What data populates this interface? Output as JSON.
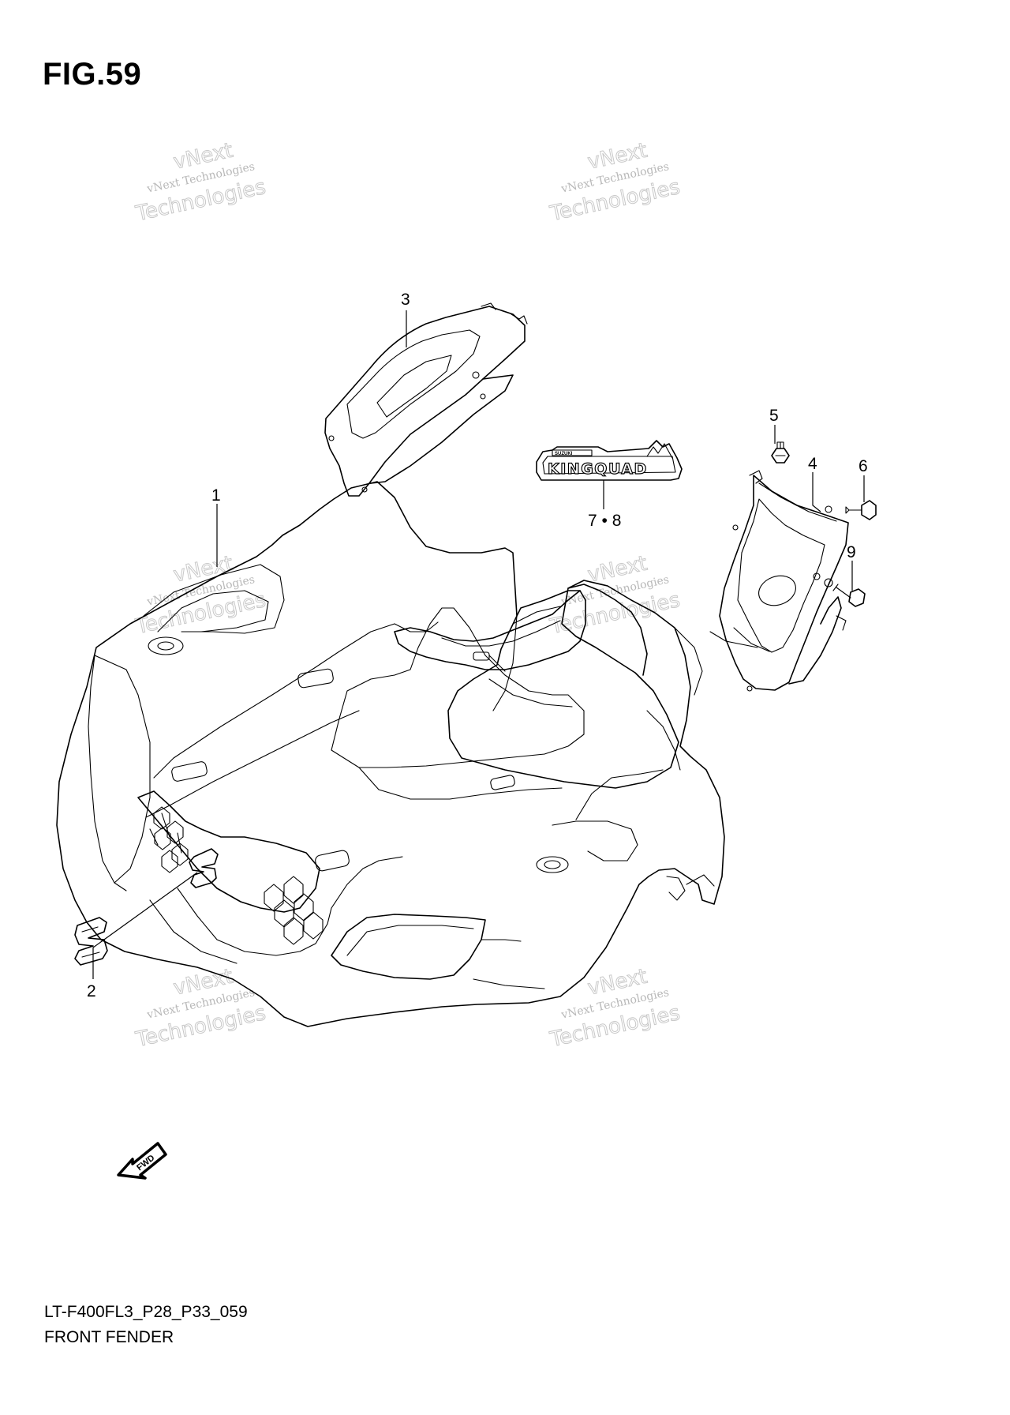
{
  "figure": {
    "title": "FIG.59",
    "code": "LT-F400FL3_P28_P33_059",
    "name": "FRONT FENDER"
  },
  "callouts": [
    {
      "id": "1",
      "label": "1"
    },
    {
      "id": "2",
      "label": "2"
    },
    {
      "id": "3",
      "label": "3"
    },
    {
      "id": "4",
      "label": "4"
    },
    {
      "id": "5",
      "label": "5"
    },
    {
      "id": "6",
      "label": "6"
    },
    {
      "id": "7-8",
      "label": "7 • 8"
    },
    {
      "id": "9",
      "label": "9"
    }
  ],
  "decal": {
    "brand": "SUZUKI",
    "model": "KINGQUAD"
  },
  "fwd_arrow": {
    "label": "FWD"
  },
  "watermark": {
    "line1": "vNext",
    "line2": "vNext Technologies",
    "line3": "Technologies",
    "color": "#c8c8c8"
  }
}
